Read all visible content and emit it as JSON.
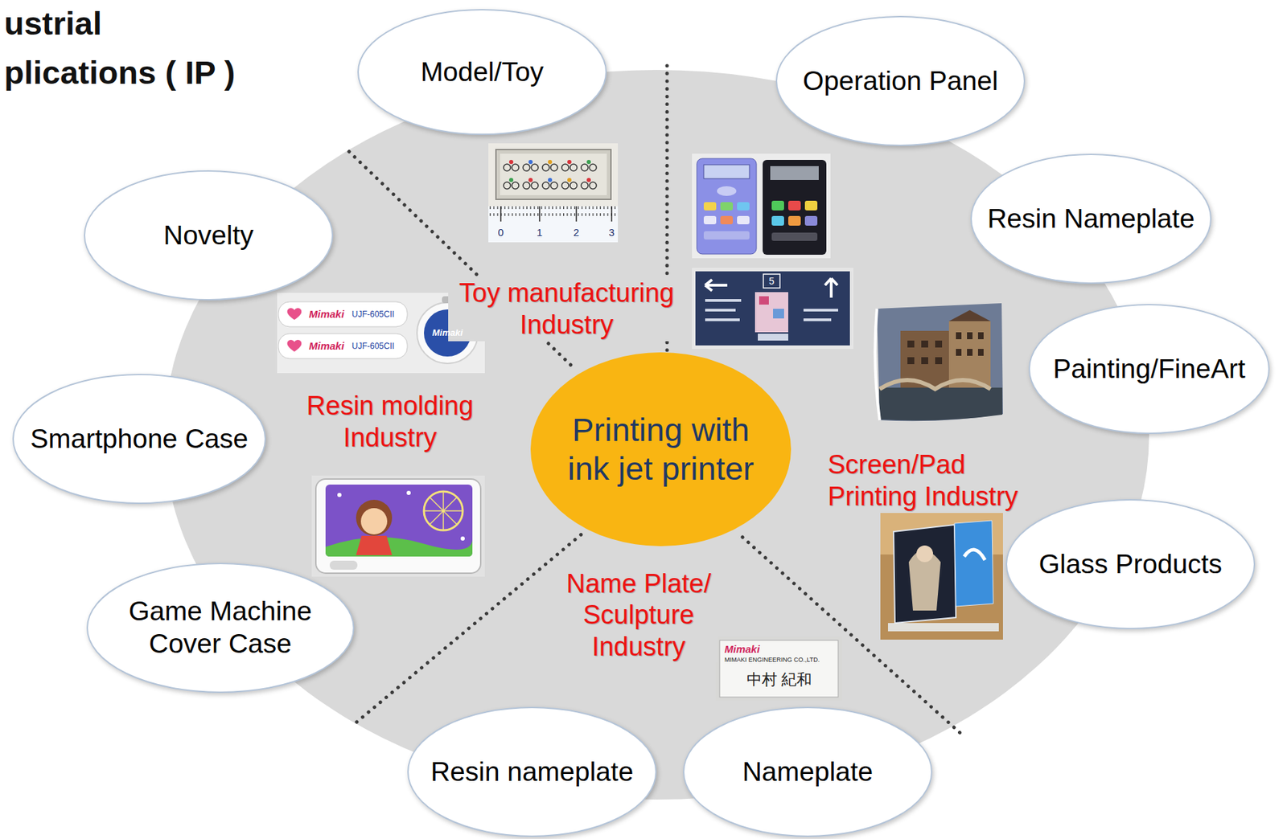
{
  "diagram": {
    "title": "ustrial plications ( IP )",
    "nodes": [
      {
        "text": [
          "Model/Toy"
        ]
      },
      {
        "text": [
          "Operation Panel"
        ]
      },
      {
        "text": [
          "Resin Nameplate"
        ]
      },
      {
        "text": [
          "Novelty"
        ]
      },
      {
        "text": [
          "Painting/FineArt"
        ]
      },
      {
        "text": [
          "Smartphone Case"
        ]
      },
      {
        "text": [
          "Printing with ink jet printer"
        ]
      },
      {
        "text": [
          "Glass Products"
        ]
      },
      {
        "text": [
          "Game Machine Cover Case"
        ]
      },
      {
        "text": [
          "Resin nameplate"
        ]
      },
      {
        "text": [
          "Nameplate"
        ]
      }
    ],
    "labels": [
      "Toy manufacturing Industry",
      "Resin molding Industry",
      "Screen/Pad Printing Industry",
      "Name Plate/ Sculpture Industry",
      "0",
      "1",
      "2",
      "3",
      "5",
      "Mimaki",
      "UJF-605CII",
      "Mimaki",
      "UJF-605CII",
      "Mimaki",
      "Mimaki",
      "MIMAKI ENGINEERING CO.,LTD.",
      "中村 紀和"
    ]
  }
}
